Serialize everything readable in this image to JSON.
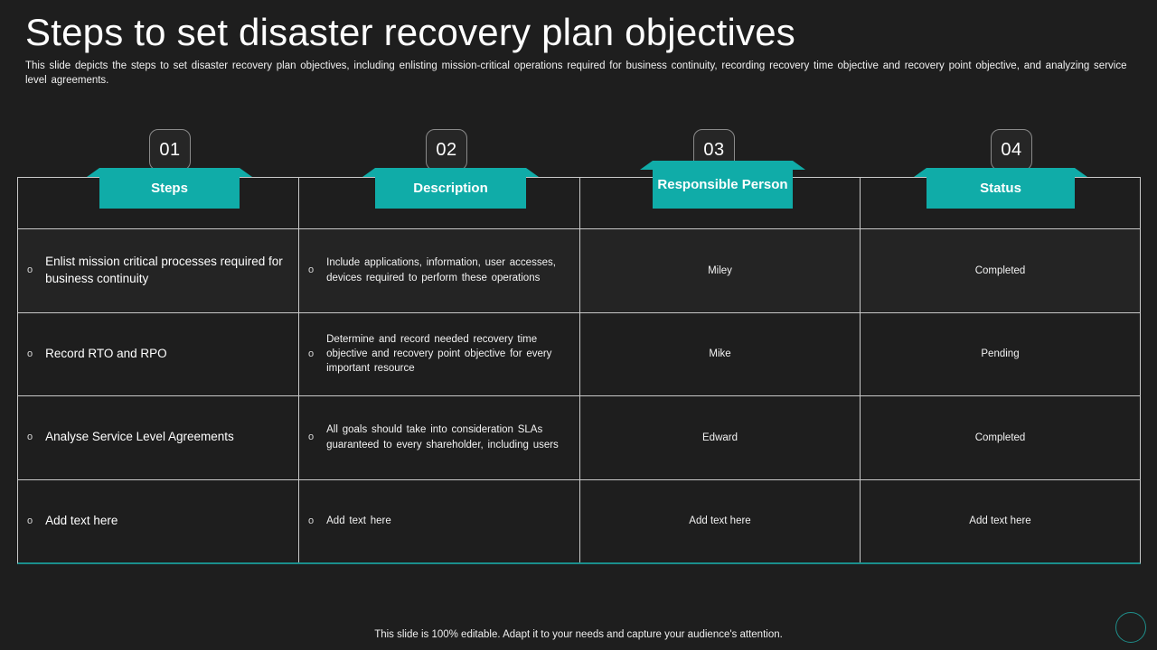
{
  "slide": {
    "title": "Steps to set disaster recovery plan objectives",
    "subtitle": "This slide depicts the steps to set disaster recovery  plan objectives,  including enlisting mission-critical operations  required for business continuity, recording  recovery  time objective  and recovery  point objective, and analyzing  service  level  agreements.",
    "footer_note": "This slide is 100% editable. Adapt it to your needs and capture your audience's attention.",
    "accent_color": "#10ACA8",
    "background_color": "#1e1e1e",
    "border_color": "#c9c9c9"
  },
  "badges": [
    {
      "label": "01"
    },
    {
      "label": "02"
    },
    {
      "label": "03"
    },
    {
      "label": "04"
    }
  ],
  "table": {
    "headers": [
      {
        "label": "Steps",
        "lines": 1
      },
      {
        "label": "Description",
        "lines": 1
      },
      {
        "label": "Responsible Person",
        "lines": 2
      },
      {
        "label": "Status",
        "lines": 1
      }
    ],
    "bullet_glyph": "o",
    "rows": [
      {
        "step": "Enlist mission critical processes required for business continuity",
        "description": "Include applications, information,  user accesses, devices required  to perform  these operations",
        "responsible_person": "Miley",
        "status": "Completed"
      },
      {
        "step": "Record RTO and RPO",
        "description": "Determine  and record needed  recovery  time objective  and recovery  point objective  for every  important  resource",
        "responsible_person": "Mike",
        "status": "Pending"
      },
      {
        "step": "Analyse Service Level Agreements",
        "description": "All goals  should take into consideration SLAs guaranteed  to every  shareholder, including users",
        "responsible_person": "Edward",
        "status": "Completed"
      },
      {
        "step": "Add text here",
        "description": "Add text here",
        "responsible_person": "Add text here",
        "status": "Add text here"
      }
    ]
  }
}
